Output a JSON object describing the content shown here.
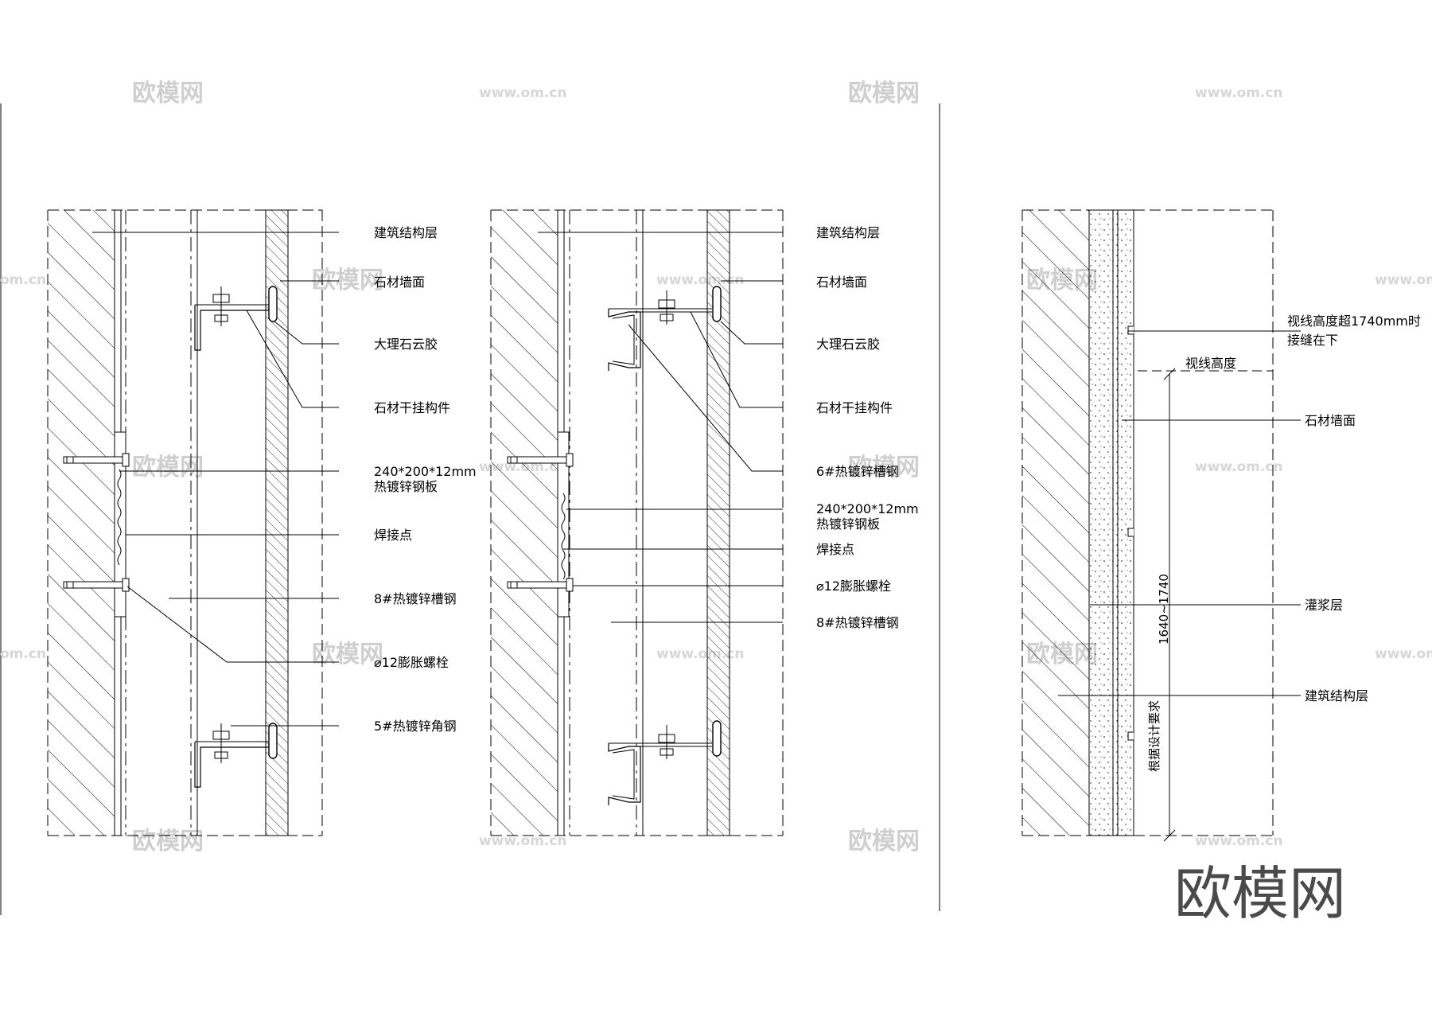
{
  "watermarks": {
    "brand": "欧模网",
    "url": "www.om.cn",
    "url_partial": "om.cn"
  },
  "brand_logo": "欧模网",
  "panel1": {
    "labels": [
      "建筑结构层",
      "石材墙面",
      "大理石云胶",
      "石材干挂构件",
      "240*200*12mm",
      "热镀锌钢板",
      "焊接点",
      "8#热镀锌槽钢",
      "⌀12膨胀螺栓",
      "5#热镀锌角钢"
    ]
  },
  "panel2": {
    "labels": [
      "建筑结构层",
      "石材墙面",
      "大理石云胶",
      "石材干挂构件",
      "6#热镀锌槽钢",
      "240*200*12mm",
      "热镀锌钢板",
      "焊接点",
      "⌀12膨胀螺栓",
      "8#热镀锌槽钢"
    ]
  },
  "panel3": {
    "labels": [
      "视线高度超1740mm时",
      "接缝在下",
      "视线高度",
      "石材墙面",
      "灌浆层",
      "建筑结构层"
    ],
    "dimension": "1640~1740",
    "vertical_note": "根据设计要求"
  }
}
